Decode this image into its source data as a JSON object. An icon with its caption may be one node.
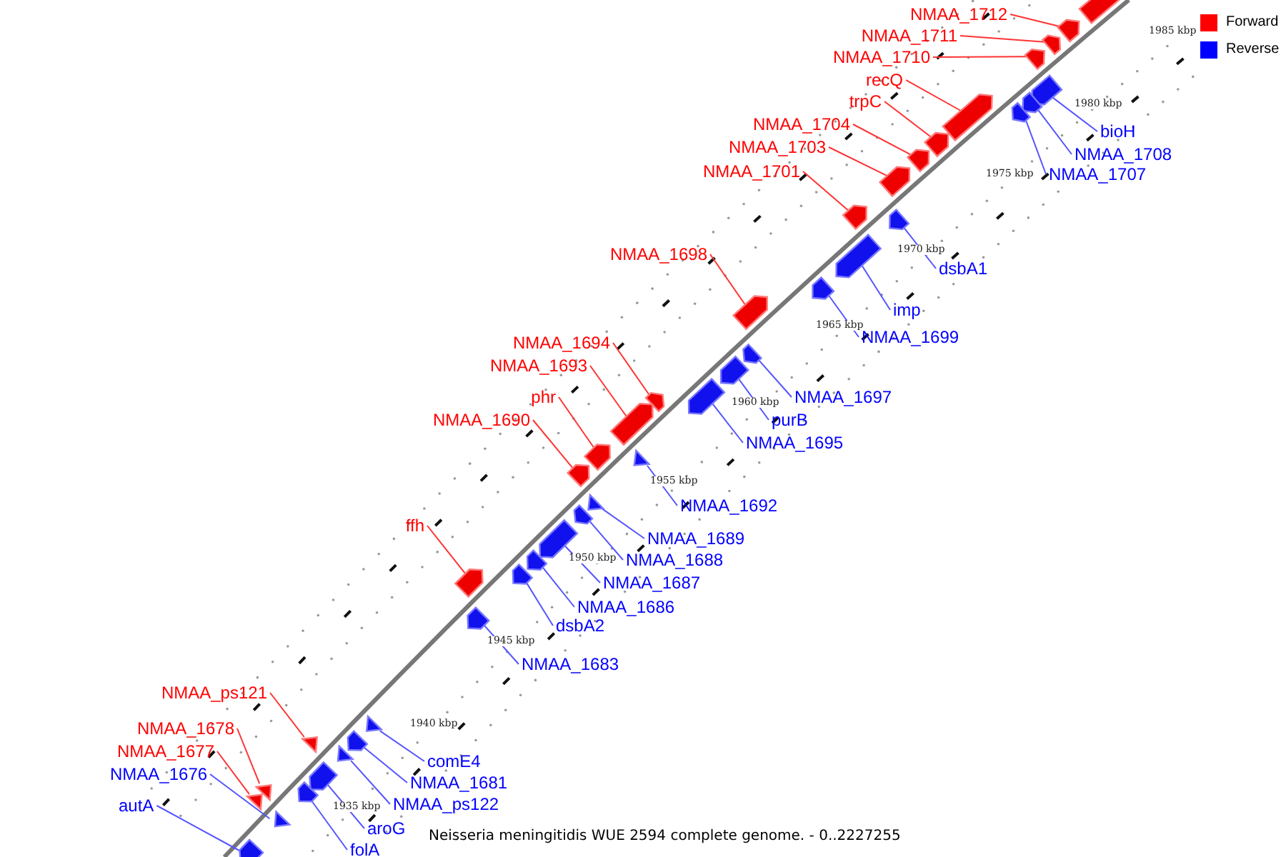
{
  "diagram": {
    "caption": "Neisseria meningitidis WUE 2594 complete genome. - 0..2227255",
    "nodes": [
      {
        "text": [
          "NMAA_1712"
        ]
      },
      {
        "text": [],
        "shape": "bar"
      },
      {
        "text": [
          "NMAA_1711"
        ]
      },
      {
        "text": [],
        "shape": "bar"
      },
      {
        "text": [
          "NMAA_1710"
        ]
      },
      {
        "text": [],
        "shape": "bar"
      },
      {
        "text": [
          "recQ"
        ]
      },
      {
        "text": [],
        "shape": "bar"
      },
      {
        "text": [
          "trpC"
        ]
      },
      {
        "text": [],
        "shape": "bar"
      },
      {
        "text": [
          "NMAA_1704"
        ]
      },
      {
        "text": [],
        "shape": "bar"
      },
      {
        "text": [
          "NMAA_1703"
        ]
      },
      {
        "text": [],
        "shape": "bar"
      },
      {
        "text": [
          "NMAA_1701"
        ]
      },
      {
        "text": [],
        "shape": "bar"
      },
      {
        "text": [
          "bioH"
        ]
      },
      {
        "text": [],
        "shape": "bar"
      },
      {
        "text": [
          "NMAA_1708"
        ]
      },
      {
        "text": [],
        "shape": "bar"
      },
      {
        "text": [
          "NMAA_1707"
        ]
      },
      {
        "text": [],
        "shape": "bar"
      },
      {
        "text": [
          "dsbA1"
        ]
      },
      {
        "text": [],
        "shape": "bar"
      },
      {
        "text": [
          "NMAA_1698"
        ]
      },
      {
        "text": [],
        "shape": "bar"
      },
      {
        "text": [
          "imp"
        ]
      },
      {
        "text": [],
        "shape": "bar"
      },
      {
        "text": [
          "NMAA_1699"
        ]
      },
      {
        "text": [],
        "shape": "bar"
      },
      {
        "text": [
          "NMAA_1694"
        ]
      },
      {
        "text": [],
        "shape": "bar"
      },
      {
        "text": [
          "NMAA_1693"
        ]
      },
      {
        "text": [],
        "shape": "bar"
      },
      {
        "text": [
          "NMAA_1697"
        ]
      },
      {
        "text": [],
        "shape": "bar"
      },
      {
        "text": [
          "phr"
        ]
      },
      {
        "text": [],
        "shape": "bar"
      },
      {
        "text": [
          "purB"
        ]
      },
      {
        "text": [],
        "shape": "bar"
      },
      {
        "text": [
          "NMAA_1690"
        ]
      },
      {
        "text": [],
        "shape": "bar"
      },
      {
        "text": [
          "NMAA_1695"
        ]
      },
      {
        "text": [],
        "shape": "bar"
      },
      {
        "text": [
          "NMAA_1692"
        ]
      },
      {
        "text": [],
        "shape": "bar"
      },
      {
        "text": [
          "ffh"
        ]
      },
      {
        "text": [],
        "shape": "bar"
      },
      {
        "text": [
          "NMAA_1689"
        ]
      },
      {
        "text": [],
        "shape": "bar"
      },
      {
        "text": [
          "NMAA_1688"
        ]
      },
      {
        "text": [],
        "shape": "bar"
      },
      {
        "text": [
          "NMAA_1687"
        ]
      },
      {
        "text": [],
        "shape": "bar"
      },
      {
        "text": [
          "NMAA_1686"
        ]
      },
      {
        "text": [],
        "shape": "bar"
      },
      {
        "text": [
          "dsbA2"
        ]
      },
      {
        "text": [],
        "shape": "bar"
      },
      {
        "text": [
          "NMAA_1683"
        ]
      },
      {
        "text": [],
        "shape": "bar"
      },
      {
        "text": [
          "NMAA_ps121"
        ]
      },
      {
        "text": [],
        "shape": "bar"
      },
      {
        "text": [
          "NMAA_1678"
        ]
      },
      {
        "text": [],
        "shape": "bar"
      },
      {
        "text": [
          "comE4"
        ]
      },
      {
        "text": [],
        "shape": "bar"
      },
      {
        "text": [
          "NMAA_1677"
        ]
      },
      {
        "text": [],
        "shape": "bar"
      },
      {
        "text": [
          "NMAA_1681"
        ]
      },
      {
        "text": [],
        "shape": "bar"
      },
      {
        "text": [
          "NMAA_1676"
        ]
      },
      {
        "text": [],
        "shape": "bar"
      },
      {
        "text": [
          "NMAA_ps122"
        ]
      },
      {
        "text": [],
        "shape": "bar"
      },
      {
        "text": [
          "autA"
        ]
      },
      {
        "text": [],
        "shape": "bar"
      },
      {
        "text": [
          "aroG"
        ]
      },
      {
        "text": [],
        "shape": "bar"
      },
      {
        "text": [
          "folA"
        ]
      },
      {
        "text": [],
        "shape": "bar"
      },
      {
        "text": [],
        "shape": "bar"
      }
    ],
    "edges": [
      {
        "from": 0,
        "to": 1,
        "arrow": "none",
        "color": "#ff3333"
      },
      {
        "from": 2,
        "to": 3,
        "arrow": "none",
        "color": "#ff3333"
      },
      {
        "from": 4,
        "to": 5,
        "arrow": "none",
        "color": "#ff3333"
      },
      {
        "from": 6,
        "to": 7,
        "arrow": "none",
        "color": "#ff3333"
      },
      {
        "from": 8,
        "to": 9,
        "arrow": "none",
        "color": "#ff3333"
      },
      {
        "from": 10,
        "to": 11,
        "arrow": "none",
        "color": "#ff3333"
      },
      {
        "from": 12,
        "to": 13,
        "arrow": "none",
        "color": "#ff3333"
      },
      {
        "from": 14,
        "to": 15,
        "arrow": "none",
        "color": "#ff3333"
      },
      {
        "from": 16,
        "to": 17,
        "arrow": "none"
      },
      {
        "from": 18,
        "to": 19,
        "arrow": "none"
      },
      {
        "from": 20,
        "to": 21,
        "arrow": "none"
      },
      {
        "from": 22,
        "to": 23,
        "arrow": "none"
      },
      {
        "from": 24,
        "to": 25,
        "arrow": "none",
        "color": "#ff3333"
      },
      {
        "from": 26,
        "to": 27,
        "arrow": "none"
      },
      {
        "from": 28,
        "to": 29,
        "arrow": "none"
      },
      {
        "from": 30,
        "to": 31,
        "arrow": "none",
        "color": "#ff3333"
      },
      {
        "from": 32,
        "to": 33,
        "arrow": "none",
        "color": "#ff3333"
      },
      {
        "from": 34,
        "to": 35,
        "arrow": "none"
      },
      {
        "from": 36,
        "to": 37,
        "arrow": "none",
        "color": "#ff3333"
      },
      {
        "from": 38,
        "to": 39,
        "arrow": "none"
      },
      {
        "from": 40,
        "to": 41,
        "arrow": "none",
        "color": "#ff3333"
      },
      {
        "from": 42,
        "to": 43,
        "arrow": "none"
      },
      {
        "from": 44,
        "to": 45,
        "arrow": "none"
      },
      {
        "from": 46,
        "to": 47,
        "arrow": "none",
        "color": "#ff3333"
      },
      {
        "from": 48,
        "to": 49,
        "arrow": "none"
      },
      {
        "from": 50,
        "to": 51,
        "arrow": "none"
      },
      {
        "from": 52,
        "to": 53,
        "arrow": "none"
      },
      {
        "from": 54,
        "to": 55,
        "arrow": "none"
      },
      {
        "from": 56,
        "to": 57,
        "arrow": "none"
      },
      {
        "from": 58,
        "to": 59,
        "arrow": "none"
      },
      {
        "from": 60,
        "to": 61,
        "arrow": "none",
        "color": "#ff3333"
      },
      {
        "from": 62,
        "to": 63,
        "arrow": "none",
        "color": "#ff3333"
      },
      {
        "from": 64,
        "to": 65,
        "arrow": "none"
      },
      {
        "from": 66,
        "to": 67,
        "arrow": "none",
        "color": "#ff3333"
      },
      {
        "from": 68,
        "to": 69,
        "arrow": "none"
      },
      {
        "from": 70,
        "to": 71,
        "arrow": "none"
      },
      {
        "from": 72,
        "to": 73,
        "arrow": "none"
      },
      {
        "from": 74,
        "to": 75,
        "arrow": "none"
      },
      {
        "from": 76,
        "to": 77,
        "arrow": "none"
      },
      {
        "from": 78,
        "to": 79,
        "arrow": "none"
      }
    ],
    "labels": [
      "1985 kbp",
      "1980 kbp",
      "1975 kbp",
      "1970 kbp",
      "1965 kbp",
      "1960 kbp",
      "1955 kbp",
      "1950 kbp",
      "1945 kbp",
      "1940 kbp",
      "1935 kbp"
    ],
    "legend": [
      {
        "text": "Forward",
        "color": "#ff0000"
      },
      {
        "text": "Reverse",
        "color": "#0000ff"
      }
    ]
  }
}
